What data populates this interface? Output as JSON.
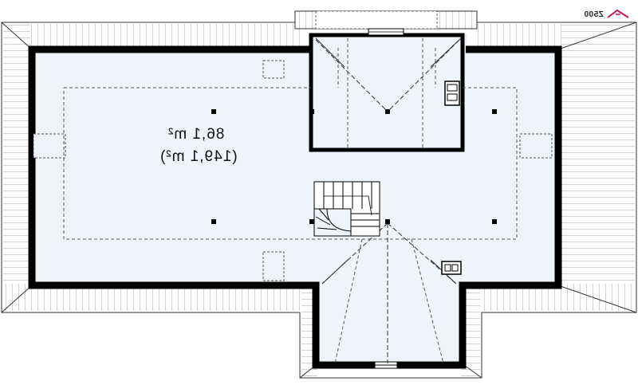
{
  "plan": {
    "area_net": "86,1 m²",
    "area_gross": "(149,1 m²)"
  },
  "logo": {
    "text": "Z500",
    "accent_color": "#c2185b"
  },
  "colors": {
    "wall": "#000000",
    "floor": "#eef4fa",
    "roof_tiles": "#ffffff",
    "dashed_lines": "#555555"
  }
}
